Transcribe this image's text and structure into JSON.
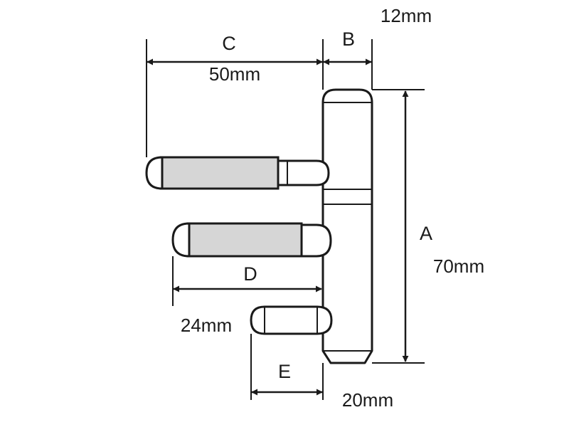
{
  "colors": {
    "line": "#1a1a1a",
    "sleeve_fill": "#d6d6d6",
    "background": "#ffffff"
  },
  "dimensions": {
    "A": {
      "letter": "A",
      "value": "70mm"
    },
    "B": {
      "letter": "B",
      "value": "12mm"
    },
    "C": {
      "letter": "C",
      "value": "50mm"
    },
    "D": {
      "letter": "D",
      "value": "24mm"
    },
    "E": {
      "letter": "E",
      "value": "20mm"
    }
  }
}
